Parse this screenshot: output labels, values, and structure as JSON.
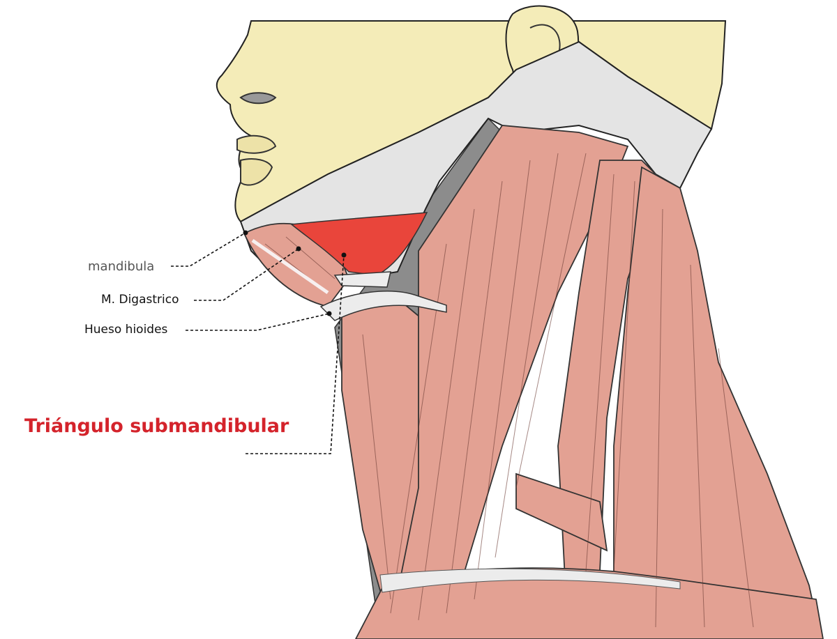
{
  "labels": {
    "mandibula": "mandibula",
    "digastrico": "M. Digastrico",
    "hioides": "Hueso hioides",
    "triangulo": "Triángulo submandibular"
  },
  "colors": {
    "skin": "#f4ecb8",
    "bone": "#e4e4e4",
    "muscle": "#e3a193",
    "triangle": "#e9453b",
    "deep": "#8c8c8c",
    "title": "#d4232b"
  }
}
